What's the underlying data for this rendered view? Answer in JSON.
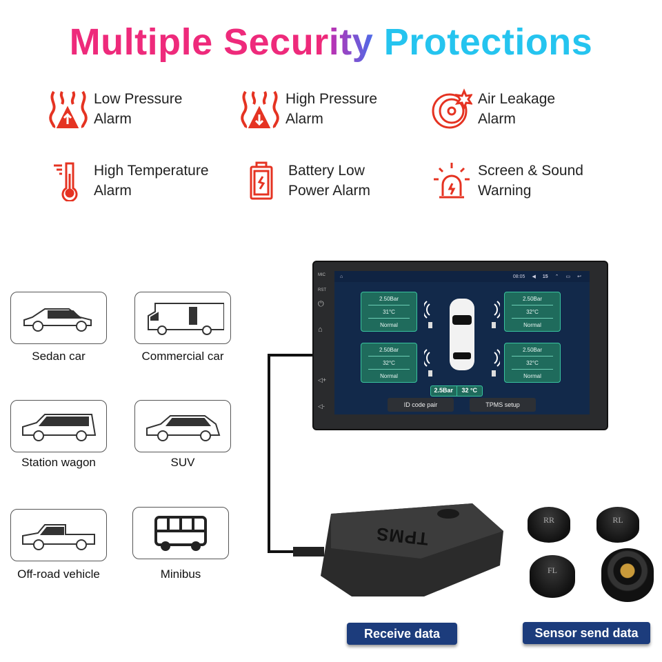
{
  "title": {
    "part1": "Multiple Secur",
    "part2": "ity",
    "part3": "Protections"
  },
  "features": [
    {
      "icon": "low-pressure-icon",
      "line1": "Low Pressure",
      "line2": "Alarm"
    },
    {
      "icon": "high-pressure-icon",
      "line1": "High Pressure",
      "line2": "Alarm"
    },
    {
      "icon": "air-leakage-icon",
      "line1": "Air Leakage",
      "line2": "Alarm"
    },
    {
      "icon": "thermometer-icon",
      "line1": "High Temperature",
      "line2": "Alarm"
    },
    {
      "icon": "battery-icon",
      "line1": "Battery Low",
      "line2": "Power Alarm"
    },
    {
      "icon": "siren-icon",
      "line1": "Screen & Sound",
      "line2": "Warning"
    }
  ],
  "vehicles": [
    "Sedan car",
    "Commercial car",
    "Station wagon",
    "SUV",
    "Off-road vehicle",
    "Minibus"
  ],
  "head_unit": {
    "side_labels": {
      "mic": "MIC",
      "rst": "RST"
    },
    "status": {
      "time": "08:05",
      "volume": "15"
    },
    "tires": [
      {
        "pressure": "2.50Bar",
        "temp": "31°C",
        "status": "Normal"
      },
      {
        "pressure": "2.50Bar",
        "temp": "32°C",
        "status": "Normal"
      },
      {
        "pressure": "2.50Bar",
        "temp": "32°C",
        "status": "Normal"
      },
      {
        "pressure": "2.50Bar",
        "temp": "32°C",
        "status": "Normal"
      }
    ],
    "summary": {
      "pressure": "2.5Bar",
      "temp": "32 °C"
    },
    "buttons": {
      "pair": "ID code pair",
      "setup": "TPMS setup"
    }
  },
  "receiver": {
    "brand": "TPMS"
  },
  "sensors": [
    "RR",
    "RL",
    "FL"
  ],
  "labels": {
    "receive": "Receive data",
    "send": "Sensor send data"
  },
  "colors": {
    "alarm_red": "#e53322",
    "tire_panel": "#1f6b5c",
    "pill": "#1c3c7c"
  }
}
